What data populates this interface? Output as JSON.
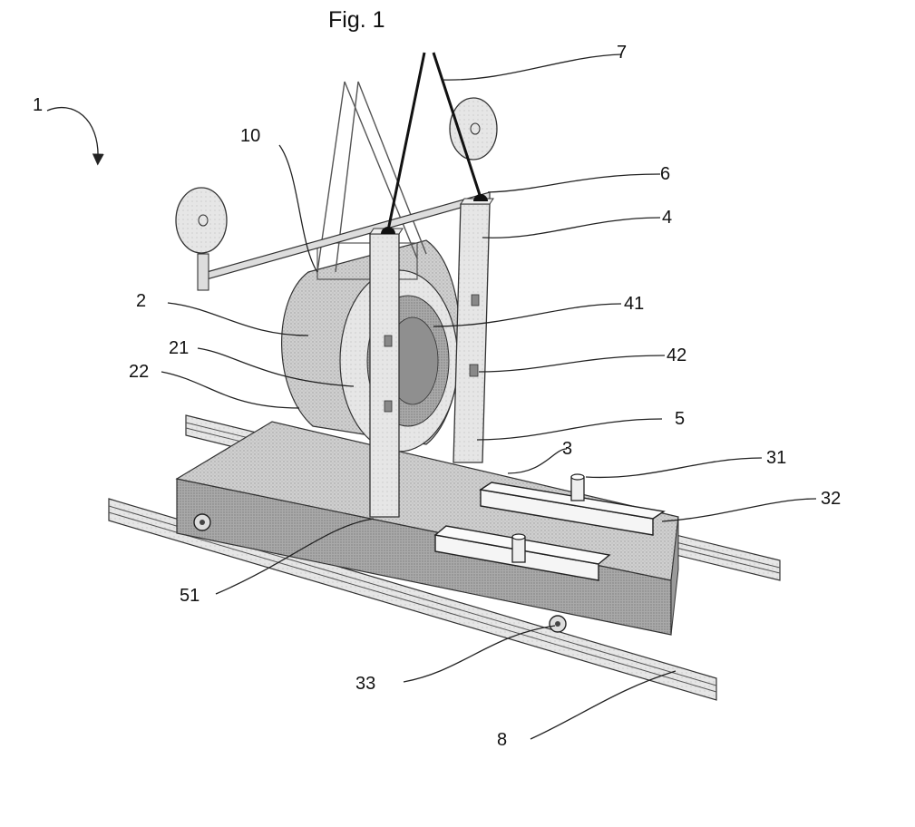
{
  "figure": {
    "title": "Fig. 1"
  },
  "labels": {
    "l1": "1",
    "l2": "2",
    "l3": "3",
    "l4": "4",
    "l5": "5",
    "l6": "6",
    "l7": "7",
    "l8": "8",
    "l10": "10",
    "l21": "21",
    "l22": "22",
    "l31": "31",
    "l32": "32",
    "l33": "33",
    "l41": "41",
    "l42": "42",
    "l51": "51"
  },
  "colors": {
    "line": "#222222",
    "shade": "#bdbdbd",
    "shade_dark": "#9a9a9a",
    "shade_light": "#e2e2e2",
    "cable": "#111111"
  }
}
